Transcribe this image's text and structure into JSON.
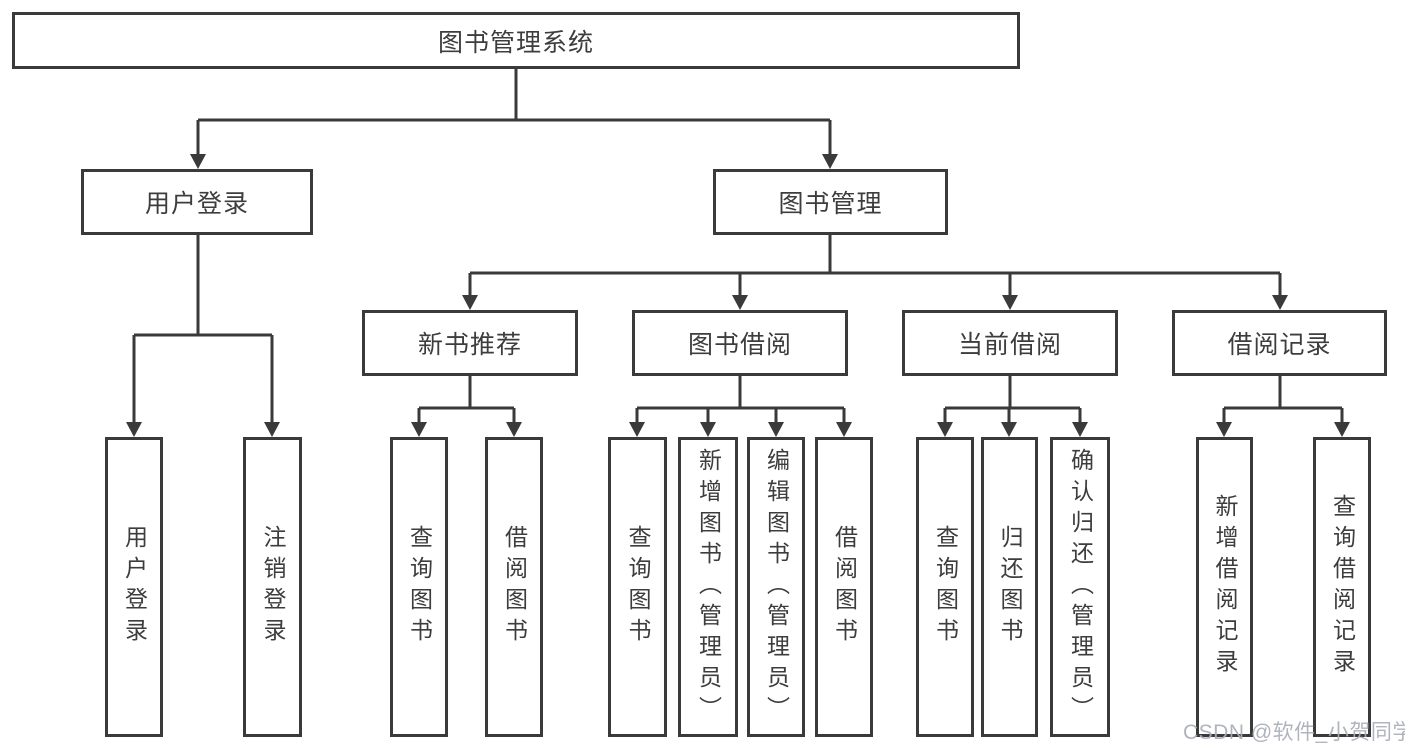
{
  "colors": {
    "line": "#3a3a3a",
    "text": "#3d3d3d",
    "watermark": "#a9aeb9",
    "background": "#ffffff"
  },
  "nodes": {
    "root": "图书管理系统",
    "user_login": "用户登录",
    "book_mgmt": "图书管理",
    "new_book": "新书推荐",
    "book_borrow": "图书借阅",
    "current_borrow": "当前借阅",
    "borrow_record": "借阅记录",
    "leaf_user_login": "用户登录",
    "leaf_logout": "注销登录",
    "leaf_nb_query": "查询图书",
    "leaf_nb_borrow": "借阅图书",
    "leaf_bb_query": "查询图书",
    "leaf_bb_add": "新增图书（管理员）",
    "leaf_bb_edit": "编辑图书（管理员）",
    "leaf_bb_borrow": "借阅图书",
    "leaf_cb_query": "查询图书",
    "leaf_cb_return": "归还图书",
    "leaf_cb_confirm": "确认归还（管理员）",
    "leaf_br_add": "新增借阅记录",
    "leaf_br_query": "查询借阅记录"
  },
  "watermark": "CSDN @软件_小贺同学"
}
